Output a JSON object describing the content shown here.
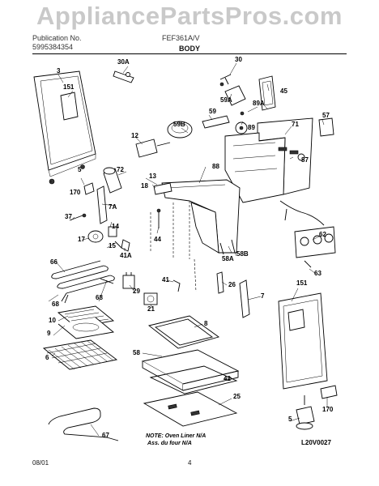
{
  "watermark": "AppliancePartsPros.com",
  "header": {
    "publication_label": "Publication No.",
    "publication_no": "5995384354",
    "model": "FEF361A/V",
    "section_title": "BODY"
  },
  "callouts": [
    "3",
    "151",
    "30A",
    "30",
    "45",
    "59A",
    "89A",
    "59B",
    "59",
    "89",
    "71",
    "57",
    "12",
    "5",
    "72",
    "88",
    "87",
    "170",
    "13",
    "18",
    "7A",
    "37",
    "14",
    "17",
    "15",
    "44",
    "41A",
    "58A",
    "58B",
    "62",
    "66",
    "68",
    "29",
    "41",
    "26",
    "7",
    "151",
    "63",
    "68",
    "21",
    "10",
    "9",
    "8",
    "6",
    "58",
    "42",
    "25",
    "5",
    "67",
    "170"
  ],
  "note": {
    "line1": "NOTE: Oven Liner N/A",
    "line2": "Ass. du four N/A"
  },
  "figure_code": "L20V0027",
  "footer": {
    "date": "08/01",
    "page": "4"
  }
}
